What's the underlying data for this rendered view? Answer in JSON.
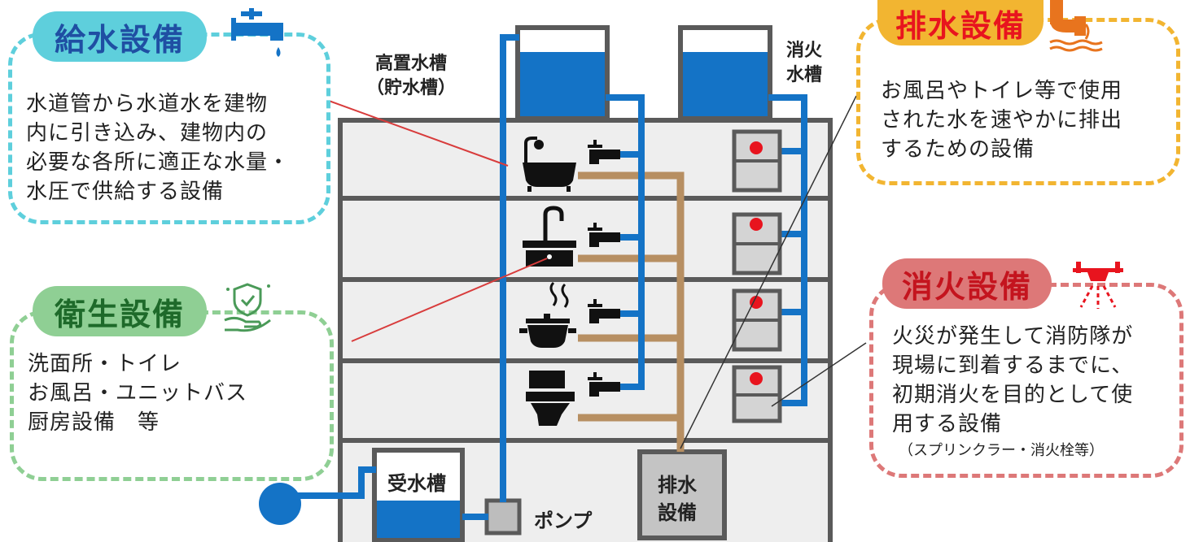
{
  "labels": {
    "elevated_tank": "高置水槽\n（貯水槽）",
    "fire_tank": "消火\n水槽",
    "receiving_tank": "受水槽",
    "pump": "ポンプ",
    "drain_unit": "排水\n設備"
  },
  "callouts": {
    "water_supply": {
      "title": "給水設備",
      "text": "水道管から水道水を建物\n内に引き込み、建物内の\n必要な各所に適正な水量・\n水圧で供給する設備",
      "color": "#5ecfdc"
    },
    "sanitary": {
      "title": "衛生設備",
      "text": "洗面所・トイレ\nお風呂・ユニットバス\n厨房設備　等",
      "color": "#8fcf94"
    },
    "drainage": {
      "title": "排水設備",
      "text": "お風呂やトイレ等で使用\nされた水を速やかに排出\nするための設備",
      "color": "#f2b531"
    },
    "fire": {
      "title": "消火設備",
      "text": "火災が発生して消防隊が\n現場に到着するまでに、\n初期消火を目的として使\n用する設備",
      "note": "（スプリンクラー・消火栓等）",
      "color": "#dd7878"
    }
  },
  "icons": {
    "faucet": "faucet-icon",
    "bathtub": "bathtub-icon",
    "sink": "sink-icon",
    "pot": "pot-icon",
    "toilet": "toilet-icon",
    "shield_hand": "shield-hand-icon",
    "drain_pipe": "drain-pipe-icon",
    "sprinkler": "sprinkler-icon",
    "fire_hydrant": "fire-hydrant-icon"
  },
  "colors": {
    "water_pipe": "#1473c6",
    "drain_pipe": "#b78f62",
    "building_border": "#5a5a5a",
    "floor_fill": "#eeeeee",
    "water": "#1473c6",
    "hydrant_red": "#e8141e"
  }
}
